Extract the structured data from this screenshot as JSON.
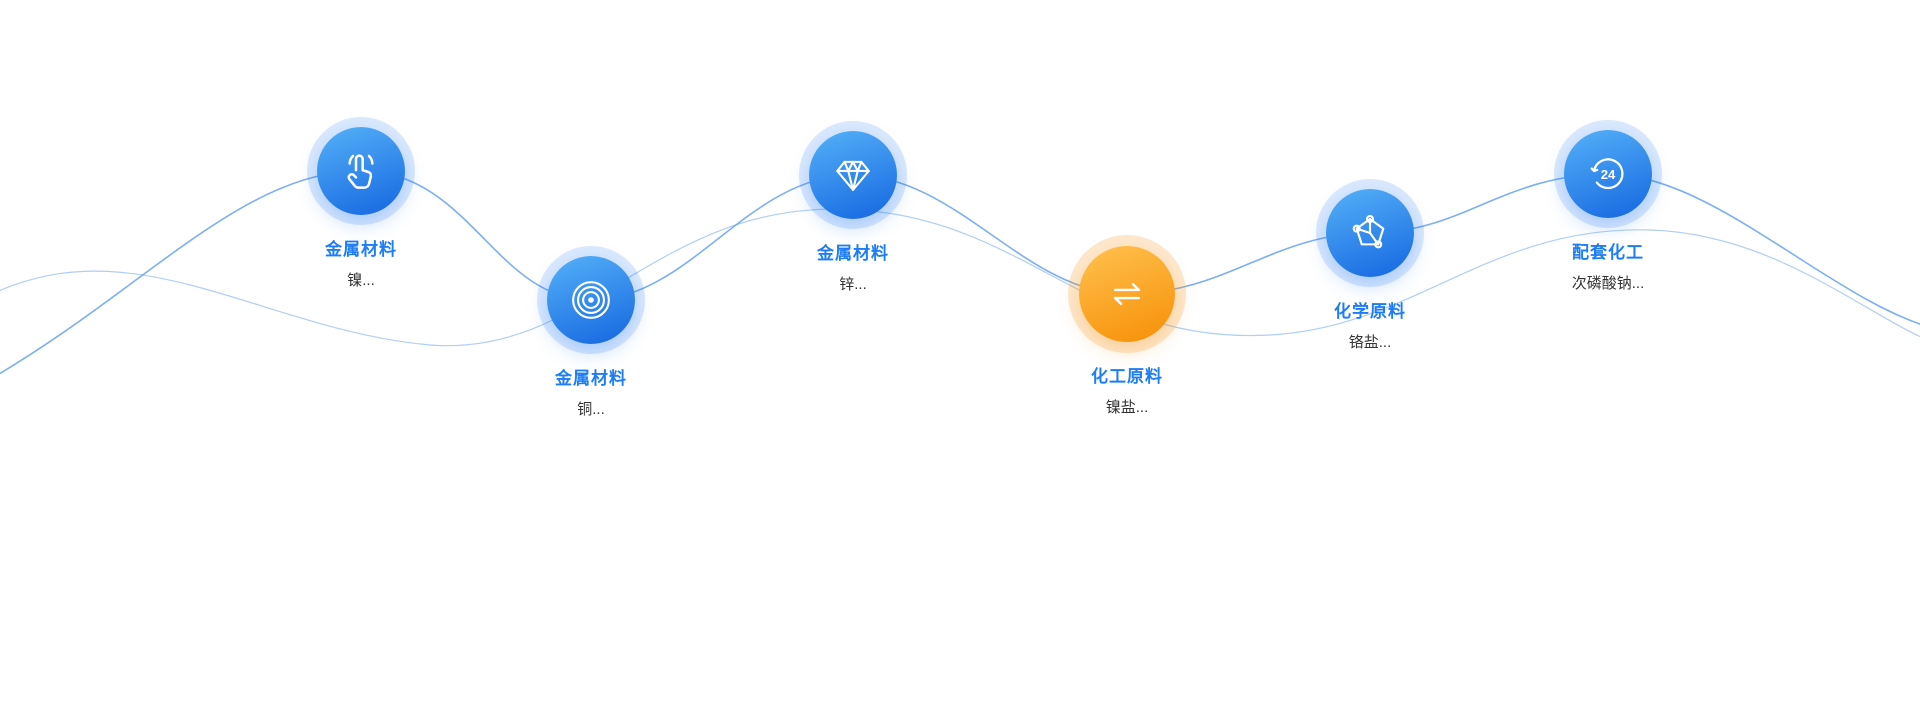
{
  "section": {
    "kind": "product-category-wave",
    "background": "#ffffff"
  },
  "colors": {
    "accent-blue": "#1d7df7",
    "node-blue-1": "#55b1f8",
    "node-blue-2": "#1566e0",
    "node-orange-1": "#ffc14f",
    "node-orange-2": "#f78f06",
    "sub-text": "#333333",
    "wave-1": "#5b9bf0",
    "wave-2": "#a9c9f3",
    "halo-blue": "rgba(30,120,245,0.16)",
    "halo-orange": "rgba(246,150,30,0.22)"
  },
  "nodes": [
    {
      "icon": "tap-icon",
      "label": "金属材料",
      "sublabel": "镍...",
      "color": "blue"
    },
    {
      "icon": "ripple-icon",
      "label": "金属材料",
      "sublabel": "铜...",
      "color": "blue"
    },
    {
      "icon": "diamond-icon",
      "label": "金属材料",
      "sublabel": "锌...",
      "color": "blue"
    },
    {
      "icon": "exchange-icon",
      "label": "化工原料",
      "sublabel": "镍盐...",
      "color": "orange"
    },
    {
      "icon": "molecule-icon",
      "label": "化学原料",
      "sublabel": "铬盐...",
      "color": "blue"
    },
    {
      "icon": "clock24-icon",
      "label": "配套化工",
      "sublabel": "次磷酸钠...",
      "color": "blue",
      "badge": "24"
    }
  ]
}
